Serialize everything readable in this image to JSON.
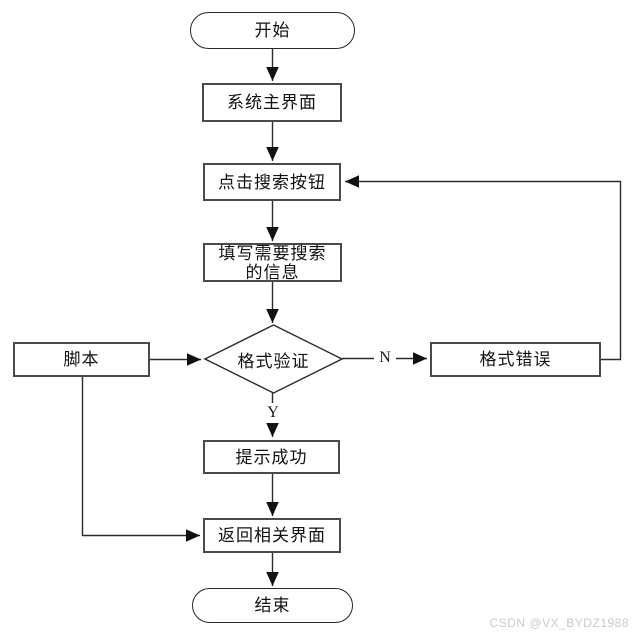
{
  "diagram": {
    "nodes": {
      "start": {
        "label": "开始",
        "type": "terminator"
      },
      "main_ui": {
        "label": "系统主界面",
        "type": "process"
      },
      "click_search": {
        "label": "点击搜索按钮",
        "type": "process"
      },
      "fill_info": {
        "label_line1": "填写需要搜索",
        "label_line2": "的信息",
        "type": "process"
      },
      "validate": {
        "label": "格式验证",
        "type": "decision"
      },
      "script": {
        "label": "脚本",
        "type": "process"
      },
      "format_error": {
        "label": "格式错误",
        "type": "process"
      },
      "success": {
        "label": "提示成功",
        "type": "process"
      },
      "return_ui": {
        "label": "返回相关界面",
        "type": "process"
      },
      "end": {
        "label": "结束",
        "type": "terminator"
      }
    },
    "edge_labels": {
      "no": "N",
      "yes": "Y"
    },
    "colors": {
      "line": "#2b2b2b",
      "process_border": "#4a4a4a",
      "terminator_border": "#262626",
      "text": "#111111",
      "background": "#ffffff",
      "watermark": "#c9c9d2"
    }
  },
  "watermark": {
    "text": "CSDN @VX_BYDZ1988"
  }
}
